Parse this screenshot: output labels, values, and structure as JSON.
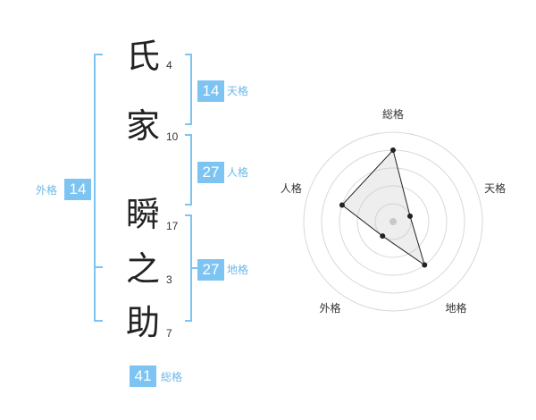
{
  "name_chars": [
    {
      "char": "氏",
      "strokes": "4"
    },
    {
      "char": "家",
      "strokes": "10"
    },
    {
      "char": "瞬",
      "strokes": "17"
    },
    {
      "char": "之",
      "strokes": "3"
    },
    {
      "char": "助",
      "strokes": "7"
    }
  ],
  "fortunes": {
    "tenkaku": {
      "label": "天格",
      "value": "14"
    },
    "jinkaku": {
      "label": "人格",
      "value": "27"
    },
    "chikaku": {
      "label": "地格",
      "value": "27"
    },
    "gaikaku": {
      "label": "外格",
      "value": "14"
    },
    "soukaku": {
      "label": "総格",
      "value": "41"
    }
  },
  "colors": {
    "accent": "#7dc4f3",
    "bracket": "#7dc4f3"
  },
  "chart_data": {
    "type": "radar",
    "axes": [
      "総格",
      "天格",
      "地格",
      "外格",
      "人格"
    ],
    "values": [
      4,
      1,
      3,
      1,
      3
    ],
    "rmax": 5,
    "rings": 5,
    "grid": true
  }
}
